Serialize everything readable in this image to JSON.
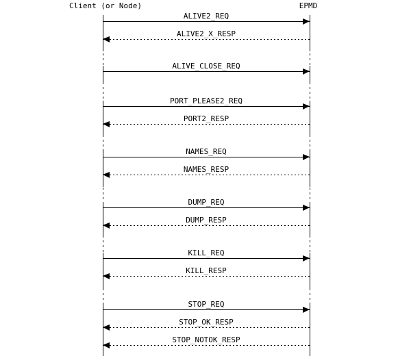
{
  "diagram": {
    "type": "message-sequence-chart",
    "colors": {
      "foreground": "#000000",
      "background": "#ffffff"
    },
    "participants": [
      {
        "name": "Client (or Node)"
      },
      {
        "name": "EPMD"
      }
    ],
    "messages": [
      {
        "label": "ALIVE2_REQ",
        "direction": "to-epmd",
        "line": "solid"
      },
      {
        "label": "ALIVE2_X_RESP",
        "direction": "to-client",
        "line": "dotted"
      },
      {
        "label": "ALIVE_CLOSE_REQ",
        "direction": "to-epmd",
        "line": "solid"
      },
      {
        "label": "PORT_PLEASE2_REQ",
        "direction": "to-epmd",
        "line": "solid"
      },
      {
        "label": "PORT2_RESP",
        "direction": "to-client",
        "line": "dotted"
      },
      {
        "label": "NAMES_REQ",
        "direction": "to-epmd",
        "line": "solid"
      },
      {
        "label": "NAMES_RESP",
        "direction": "to-client",
        "line": "dotted"
      },
      {
        "label": "DUMP_REQ",
        "direction": "to-epmd",
        "line": "solid"
      },
      {
        "label": "DUMP_RESP",
        "direction": "to-client",
        "line": "dotted"
      },
      {
        "label": "KILL_REQ",
        "direction": "to-epmd",
        "line": "solid"
      },
      {
        "label": "KILL_RESP",
        "direction": "to-client",
        "line": "dotted"
      },
      {
        "label": "STOP_REQ",
        "direction": "to-epmd",
        "line": "solid"
      },
      {
        "label": "STOP_OK_RESP",
        "direction": "to-client",
        "line": "dotted"
      },
      {
        "label": "STOP_NOTOK_RESP",
        "direction": "to-client",
        "line": "dotted"
      }
    ]
  }
}
